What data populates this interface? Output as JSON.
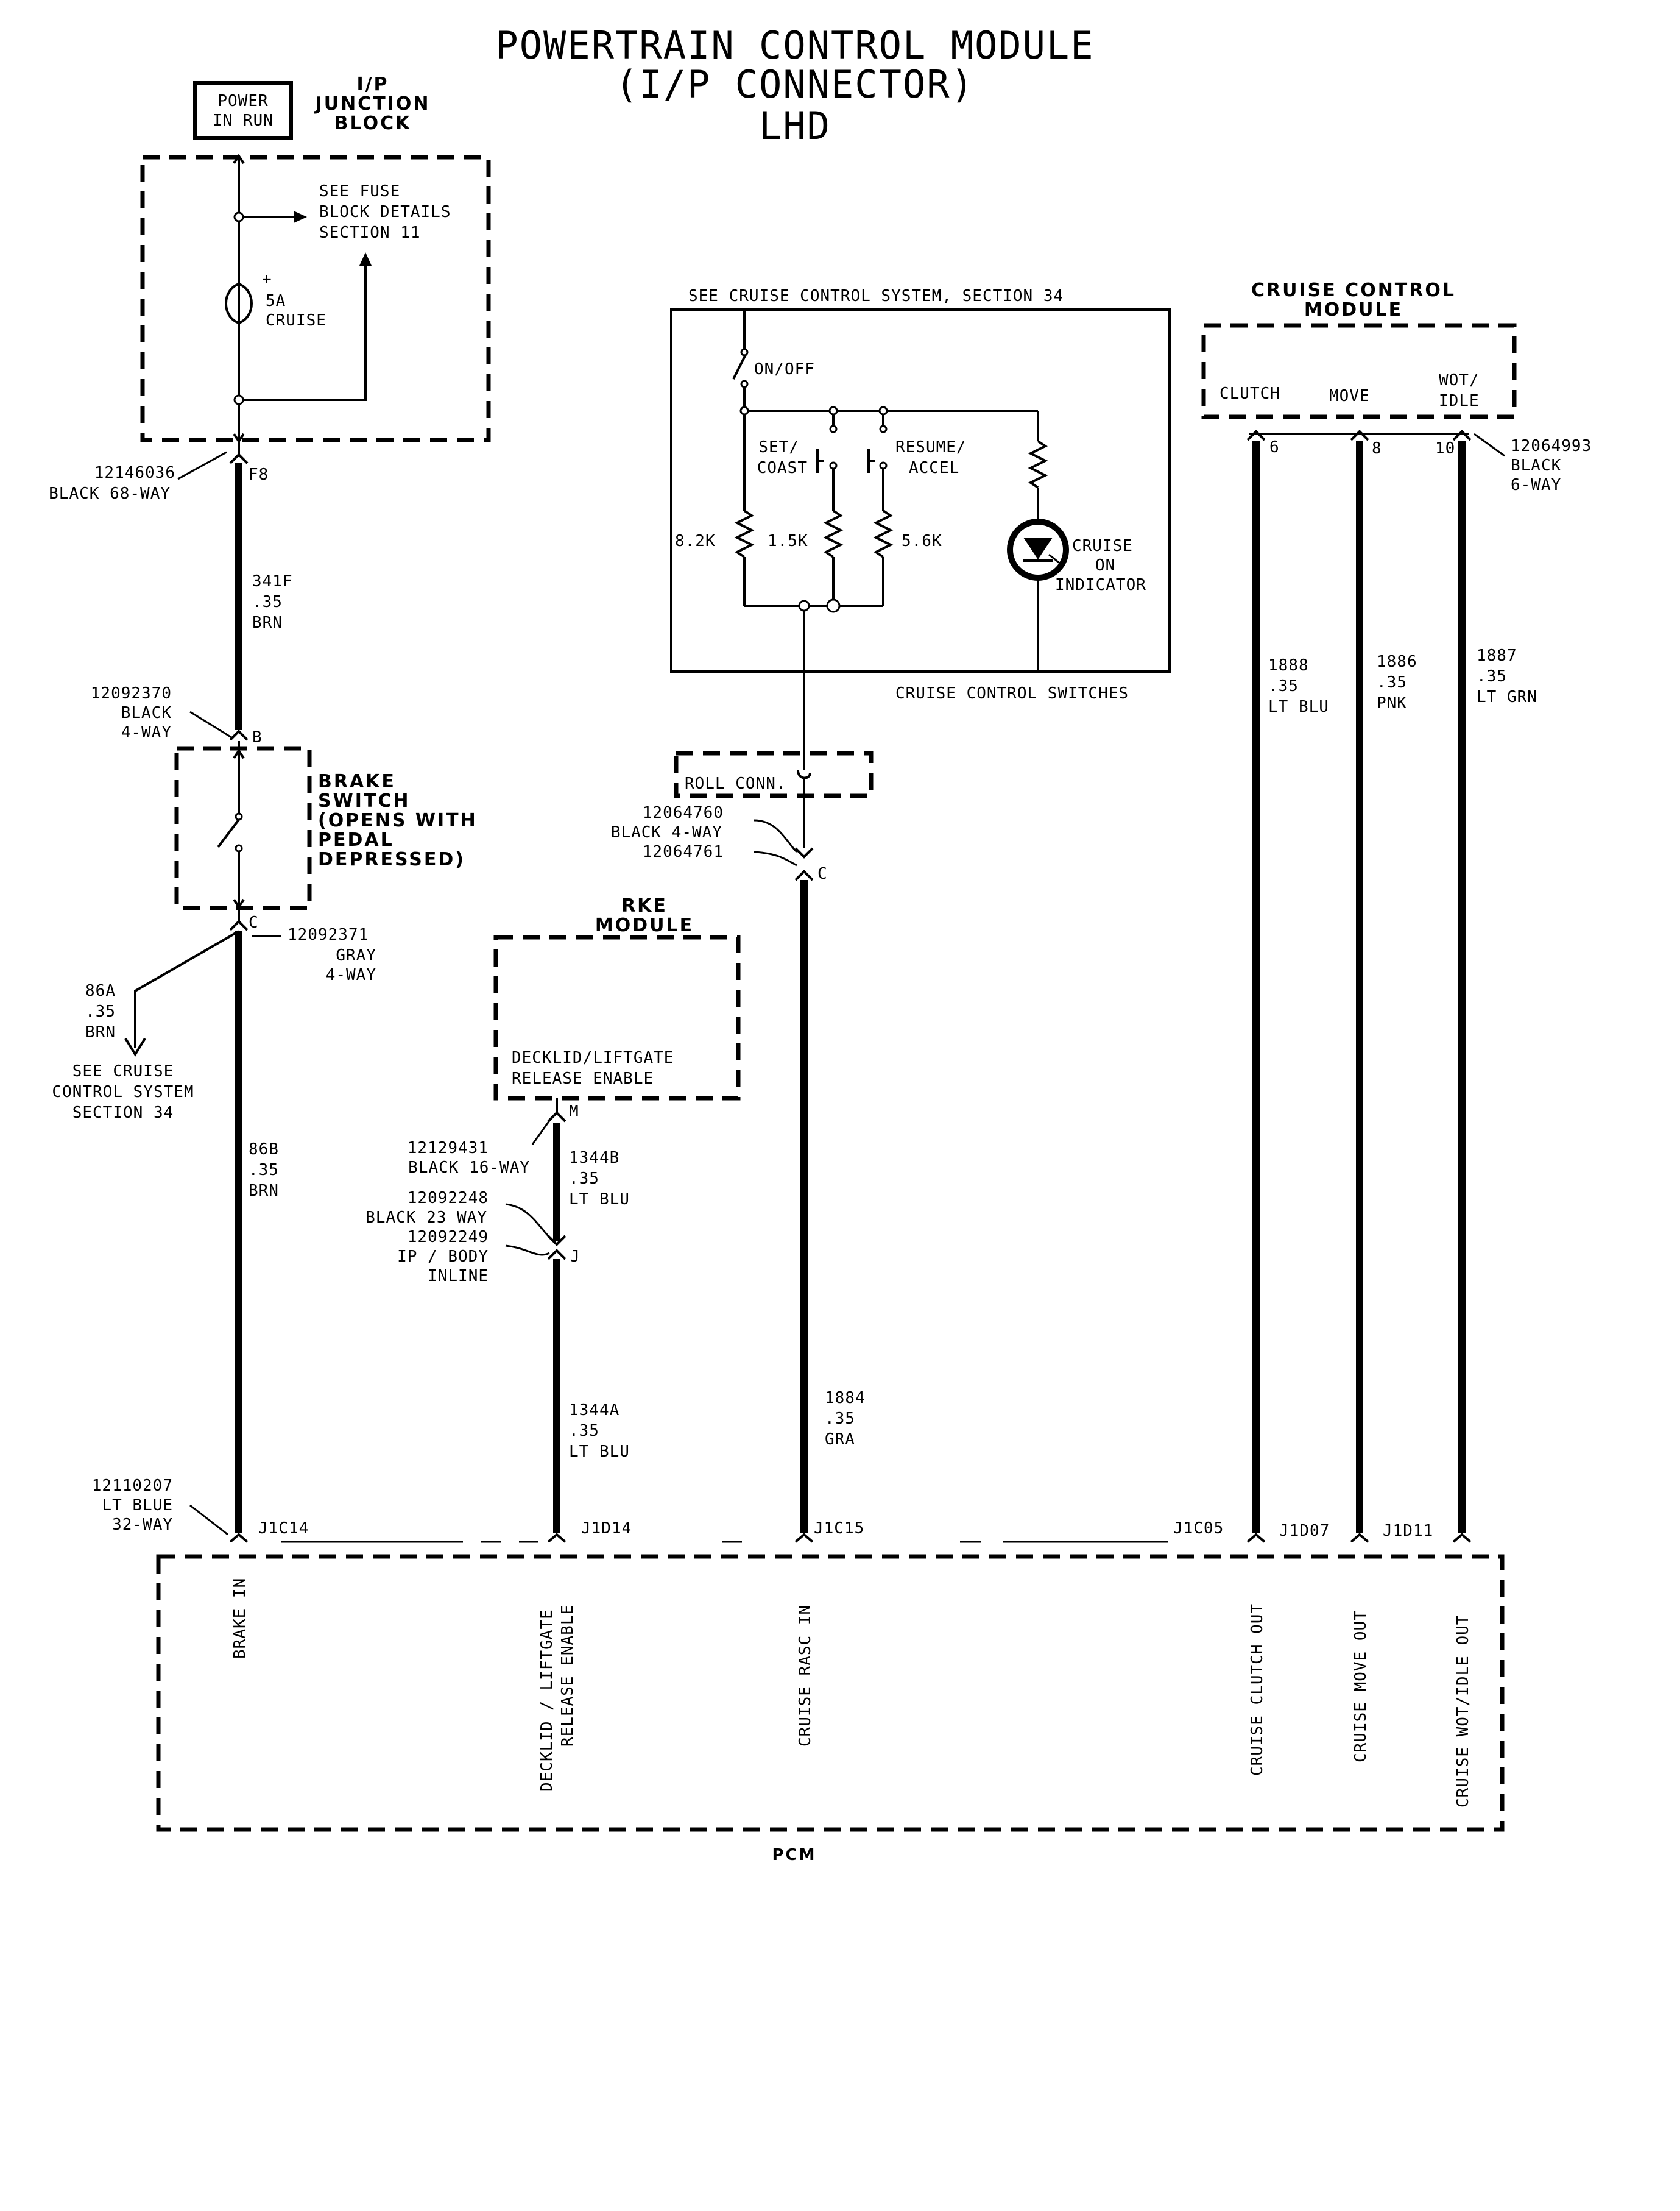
{
  "title": {
    "line1": "POWERTRAIN CONTROL MODULE",
    "line2": "(I/P CONNECTOR)",
    "line3": "LHD"
  },
  "power_box": {
    "line1": "POWER",
    "line2": "IN RUN"
  },
  "junction_block": {
    "label1": "I/P",
    "label2": "JUNCTION",
    "label3": "BLOCK",
    "see1": "SEE FUSE",
    "see2": "BLOCK DETAILS",
    "see3": "SECTION 11",
    "fuse_plus": "+",
    "fuse1": "5A",
    "fuse2": "CRUISE"
  },
  "connectors": {
    "c1_part": "12146036",
    "c1_desc": "BLACK 68-WAY",
    "c1_pin": "F8",
    "c2_part": "12092370",
    "c2_desc1": "BLACK",
    "c2_desc2": "4-WAY",
    "c2_pin": "B",
    "c3_pin": "C",
    "c3_part": "12092371",
    "c3_desc1": "GRAY",
    "c3_desc2": "4-WAY",
    "rke_pin": "M",
    "rke_part": "12129431",
    "rke_desc": "BLACK 16-WAY",
    "inl_part1": "12092248",
    "inl_desc1": "BLACK 23 WAY",
    "inl_part2": "12092249",
    "inl_desc2": "IP / BODY",
    "inl_desc3": "INLINE",
    "inl_pin": "J",
    "roll_part1": "12064760",
    "roll_desc": "BLACK 4-WAY",
    "roll_part2": "12064761",
    "roll_pin": "C",
    "ccm_part": "12064993",
    "ccm_desc1": "BLACK",
    "ccm_desc2": "6-WAY",
    "ccm_pin6": "6",
    "ccm_pin8": "8",
    "ccm_pin10": "10",
    "pcm_part": "12110207",
    "pcm_desc1": "LT BLUE",
    "pcm_desc2": "32-WAY"
  },
  "brake_switch": {
    "l1": "BRAKE",
    "l2": "SWITCH",
    "l3": "(OPENS WITH",
    "l4": "PEDAL",
    "l5": "DEPRESSED)"
  },
  "wires": {
    "w341f": {
      "circuit": "341F",
      "gauge": ".35",
      "color": "BRN"
    },
    "w86a": {
      "circuit": "86A",
      "gauge": ".35",
      "color": "BRN"
    },
    "w86b": {
      "circuit": "86B",
      "gauge": ".35",
      "color": "BRN"
    },
    "w1344b": {
      "circuit": "1344B",
      "gauge": ".35",
      "color": "LT BLU"
    },
    "w1344a": {
      "circuit": "1344A",
      "gauge": ".35",
      "color": "LT BLU"
    },
    "w1884": {
      "circuit": "1884",
      "gauge": ".35",
      "color": "GRA"
    },
    "w1888": {
      "circuit": "1888",
      "gauge": ".35",
      "color": "LT BLU"
    },
    "w1886": {
      "circuit": "1886",
      "gauge": ".35",
      "color": "PNK"
    },
    "w1887": {
      "circuit": "1887",
      "gauge": ".35",
      "color": "LT GRN"
    }
  },
  "see_cruise": {
    "l1": "SEE CRUISE",
    "l2": "CONTROL SYSTEM",
    "l3": "SECTION 34"
  },
  "rke": {
    "l1": "RKE",
    "l2": "MODULE",
    "sig1": "DECKLID/LIFTGATE",
    "sig2": "RELEASE ENABLE"
  },
  "switches": {
    "header": "SEE CRUISE CONTROL SYSTEM, SECTION 34",
    "on_off": "ON/OFF",
    "set1": "SET/",
    "set2": "COAST",
    "res1": "RESUME/",
    "res2": "ACCEL",
    "r1": "8.2K",
    "r2": "1.5K",
    "r3": "5.6K",
    "ind1": "CRUISE",
    "ind2": "ON",
    "ind3": "INDICATOR",
    "footer": "CRUISE CONTROL SWITCHES",
    "roll": "ROLL CONN."
  },
  "ccm": {
    "l1": "CRUISE CONTROL",
    "l2": "MODULE",
    "clutch": "CLUTCH",
    "move": "MOVE",
    "wot1": "WOT/",
    "wot2": "IDLE"
  },
  "pcm": {
    "pins": [
      "J1C14",
      "J1D14",
      "J1C15",
      "J1C05",
      "J1D07",
      "J1D11"
    ],
    "sig_brake": "BRAKE IN",
    "sig_deck1": "DECKLID / LIFTGATE",
    "sig_deck2": "RELEASE ENABLE",
    "sig_rasc": "CRUISE RASC IN",
    "sig_clutch": "CRUISE CLUTCH OUT",
    "sig_move": "CRUISE MOVE OUT",
    "sig_wot": "CRUISE WOT/IDLE OUT",
    "label": "PCM"
  }
}
